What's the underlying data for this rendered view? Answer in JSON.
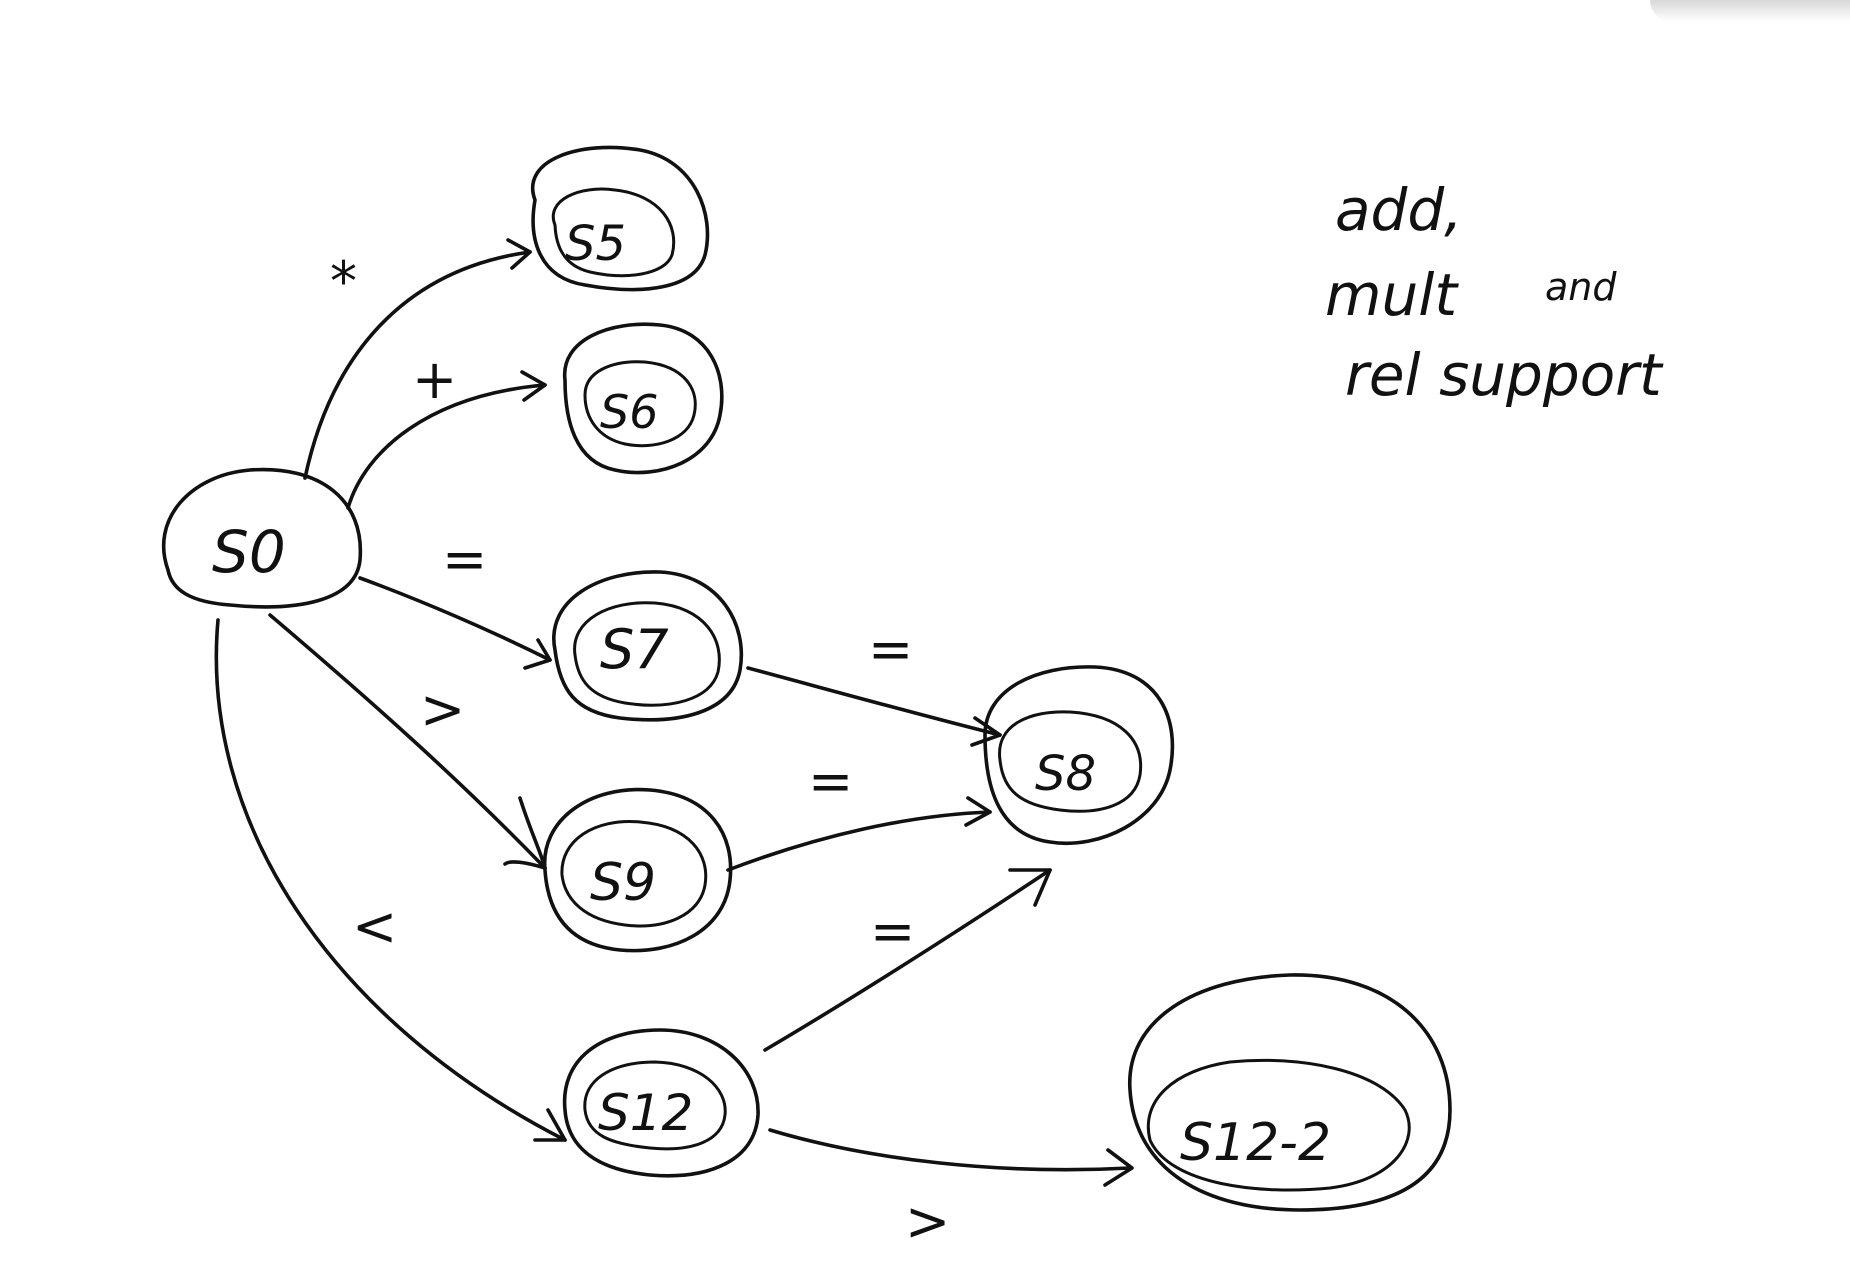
{
  "states": {
    "s0": "S0",
    "s5": "S5",
    "s6": "S6",
    "s7": "S7",
    "s8": "S8",
    "s9": "S9",
    "s12": "S12",
    "s12_2": "S12-2"
  },
  "transitions": {
    "s0_s5": "*",
    "s0_s6": "+",
    "s0_s7": "=",
    "s0_s9": ">",
    "s0_s12": "<",
    "s7_s8": "=",
    "s9_s8": "=",
    "s12_s8": "=",
    "s12_s12_2": ">"
  },
  "note": {
    "line1": "add,",
    "line2": "mult",
    "line2b": "and",
    "line3": "rel support"
  }
}
